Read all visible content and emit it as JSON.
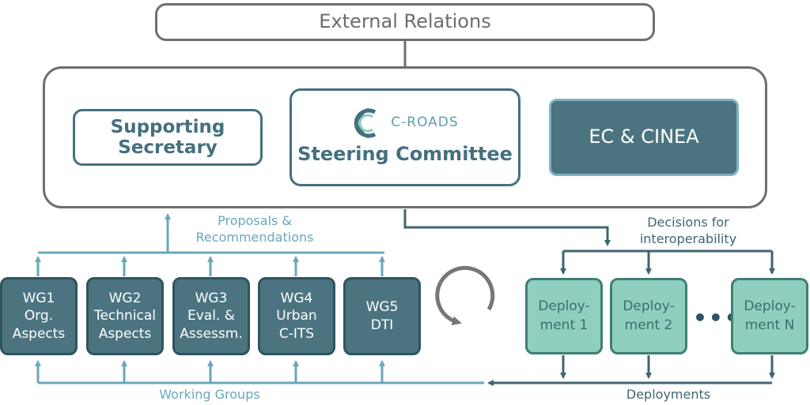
{
  "external": {
    "label": "External Relations"
  },
  "secretary": {
    "label": "Supporting\nSecretary"
  },
  "steering": {
    "logo_text": "C-ROADS",
    "title": "Steering Committee"
  },
  "ec": {
    "label": "EC & CINEA"
  },
  "labels": {
    "proposals": "Proposals &\nRecommendations",
    "decisions": "Decisions for\ninteroperability",
    "working_groups": "Working Groups",
    "deployments": "Deployments",
    "ellipsis": "•••"
  },
  "working_groups": [
    {
      "label": "WG1\nOrg.\nAspects"
    },
    {
      "label": "WG2\nTechnical\nAspects"
    },
    {
      "label": "WG3\nEval. &\nAssessm."
    },
    {
      "label": "WG4\nUrban\nC-ITS"
    },
    {
      "label": "WG5\nDTI"
    }
  ],
  "deployments": [
    {
      "label": "Deploy-\nment 1"
    },
    {
      "label": "Deploy-\nment 2"
    },
    {
      "label": "Deploy-\nment N"
    }
  ],
  "colors": {
    "dark_teal": "#4b7480",
    "mint": "#8ecfbd",
    "light_blue": "#6aa7bb",
    "gray": "#6f6f6f"
  }
}
